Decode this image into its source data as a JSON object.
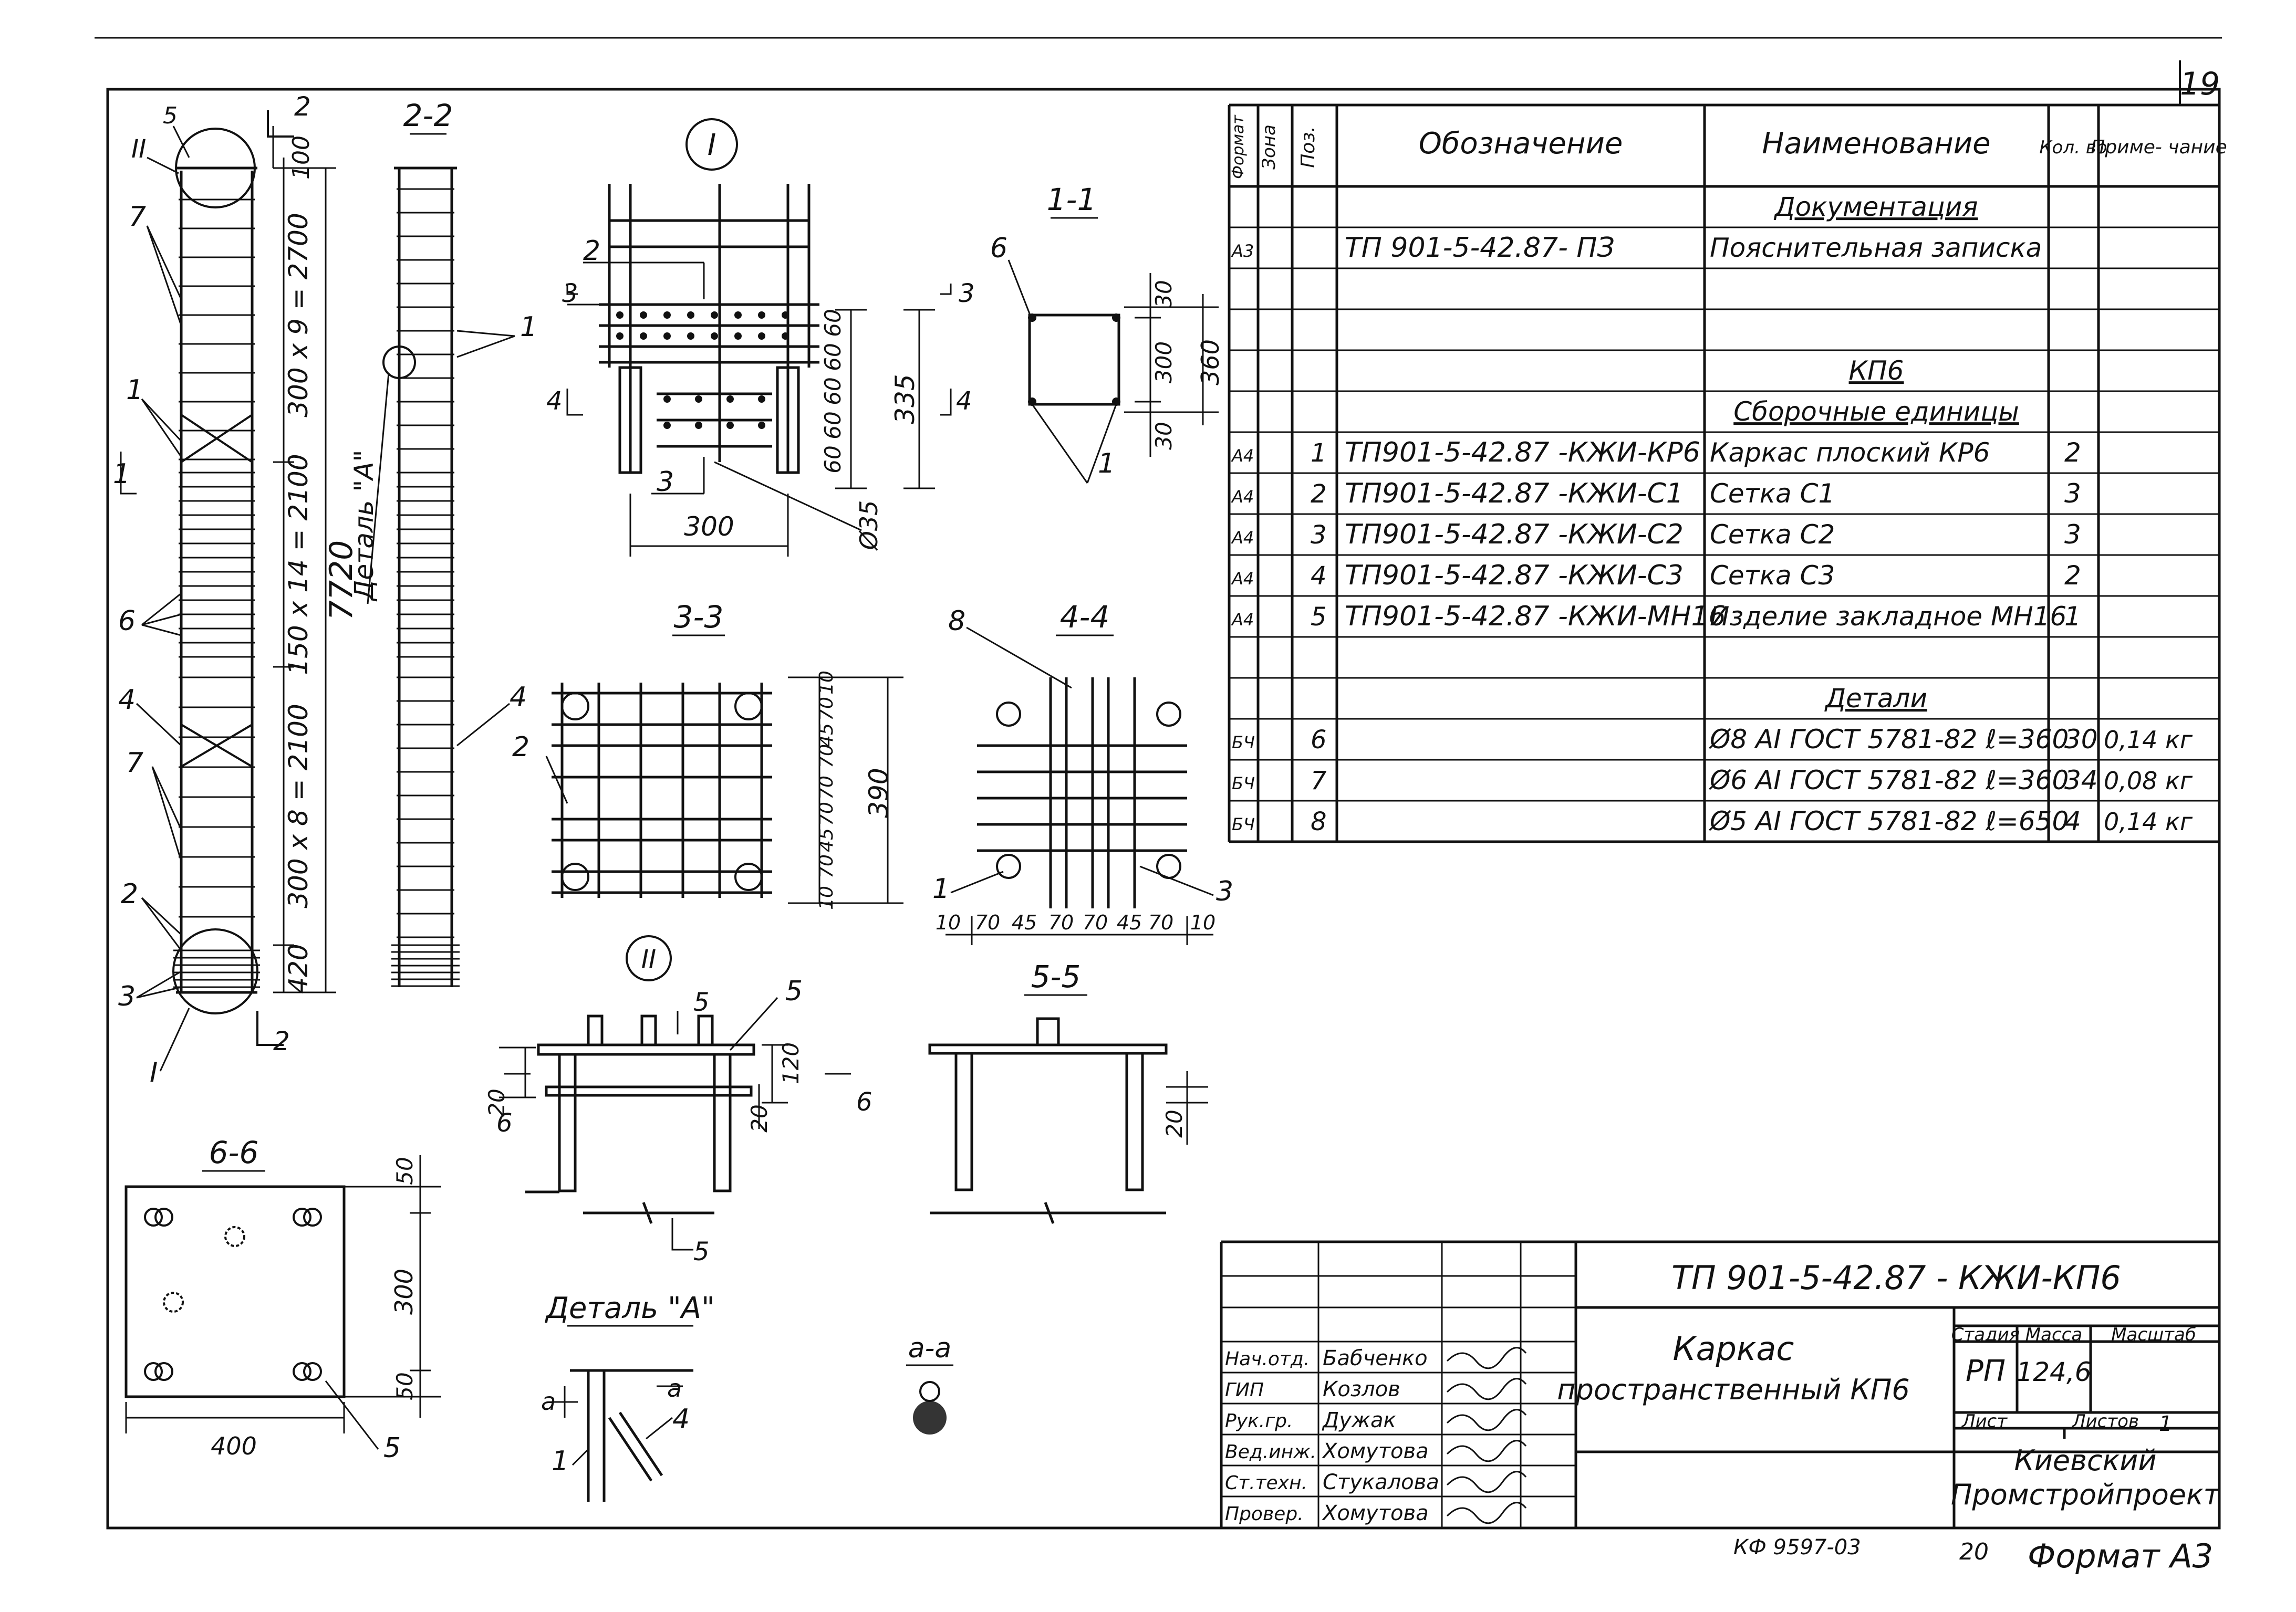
{
  "sheet": {
    "page_number": "19",
    "footer_left": "КФ 9597-03",
    "footer_num": "20",
    "footer_format": "Формат А3"
  },
  "spec": {
    "headers": [
      "Формат",
      "Зона",
      "Поз.",
      "Обозначение",
      "Наименование",
      "Кол. во",
      "Приме- чание"
    ],
    "rows": [
      {
        "fmt": "",
        "zone": "",
        "pos": "",
        "des": "",
        "name": "Документация",
        "qty": "",
        "note": "",
        "heading": true
      },
      {
        "fmt": "А3",
        "zone": "",
        "pos": "",
        "des": "ТП 901-5-42.87- ПЗ",
        "name": "Пояснительная записка",
        "qty": "",
        "note": ""
      },
      {
        "fmt": "",
        "zone": "",
        "pos": "",
        "des": "",
        "name": "",
        "qty": "",
        "note": ""
      },
      {
        "fmt": "",
        "zone": "",
        "pos": "",
        "des": "",
        "name": "",
        "qty": "",
        "note": ""
      },
      {
        "fmt": "",
        "zone": "",
        "pos": "",
        "des": "",
        "name": "КП6",
        "qty": "",
        "note": "",
        "heading": true
      },
      {
        "fmt": "",
        "zone": "",
        "pos": "",
        "des": "",
        "name": "Сборочные единицы",
        "qty": "",
        "note": "",
        "heading": true
      },
      {
        "fmt": "А4",
        "zone": "",
        "pos": "1",
        "des": "ТП901-5-42.87 -КЖИ-КР6",
        "name": "Каркас плоский КР6",
        "qty": "2",
        "note": ""
      },
      {
        "fmt": "А4",
        "zone": "",
        "pos": "2",
        "des": "ТП901-5-42.87 -КЖИ-С1",
        "name": "Сетка С1",
        "qty": "3",
        "note": ""
      },
      {
        "fmt": "А4",
        "zone": "",
        "pos": "3",
        "des": "ТП901-5-42.87 -КЖИ-С2",
        "name": "Сетка С2",
        "qty": "3",
        "note": ""
      },
      {
        "fmt": "А4",
        "zone": "",
        "pos": "4",
        "des": "ТП901-5-42.87 -КЖИ-С3",
        "name": "Сетка С3",
        "qty": "2",
        "note": ""
      },
      {
        "fmt": "А4",
        "zone": "",
        "pos": "5",
        "des": "ТП901-5-42.87 -КЖИ-МН16",
        "name": "Изделие закладное МН16",
        "qty": "1",
        "note": ""
      },
      {
        "fmt": "",
        "zone": "",
        "pos": "",
        "des": "",
        "name": "",
        "qty": "",
        "note": ""
      },
      {
        "fmt": "",
        "zone": "",
        "pos": "",
        "des": "",
        "name": "Детали",
        "qty": "",
        "note": "",
        "heading": true
      },
      {
        "fmt": "БЧ",
        "zone": "",
        "pos": "6",
        "des": "",
        "name": "Ø8 АI ГОСТ 5781-82 ℓ=360",
        "qty": "30",
        "note": "0,14 кг"
      },
      {
        "fmt": "БЧ",
        "zone": "",
        "pos": "7",
        "des": "",
        "name": "Ø6 АI ГОСТ 5781-82 ℓ=360",
        "qty": "34",
        "note": "0,08 кг"
      },
      {
        "fmt": "БЧ",
        "zone": "",
        "pos": "8",
        "des": "",
        "name": "Ø5 АI ГОСТ 5781-82 ℓ=650",
        "qty": "4",
        "note": "0,14 кг"
      }
    ]
  },
  "drawing": {
    "elevation": {
      "section_mark": "2",
      "bottom_mark": "2",
      "dims": [
        "100",
        "300 x 9 = 2700",
        "150 x 14 = 2100",
        "300 x 8 = 2100",
        "420",
        "7720"
      ],
      "callouts": [
        "5",
        "II",
        "7",
        "1",
        "1",
        "6",
        "4",
        "7",
        "2",
        "3",
        "I"
      ]
    },
    "section_2_2": {
      "title": "2-2",
      "detail_label": "Деталь \"А\"",
      "callouts": [
        "1",
        "4"
      ]
    },
    "detail_I": {
      "title": "I",
      "dims": [
        "60",
        "60",
        "60",
        "60",
        "60",
        "335",
        "Ø35",
        "300"
      ],
      "callouts": [
        "2",
        "3",
        "3",
        "4",
        "4"
      ]
    },
    "section_1_1": {
      "title": "1-1",
      "dims": [
        "30",
        "300",
        "30",
        "360"
      ],
      "callouts": [
        "6",
        "1"
      ]
    },
    "section_3_3": {
      "title": "3-3",
      "dims": [
        "10",
        "70",
        "45",
        "70",
        "70",
        "70",
        "45",
        "70",
        "10",
        "390"
      ],
      "callouts": [
        "2"
      ]
    },
    "section_4_4": {
      "title": "4-4",
      "dims": [
        "10",
        "70",
        "45",
        "70",
        "70",
        "45",
        "70",
        "10"
      ],
      "callouts": [
        "8",
        "1",
        "3"
      ]
    },
    "detail_II": {
      "title": "II",
      "dims": [
        "20",
        "120",
        "20"
      ],
      "callouts": [
        "5",
        "5",
        "6",
        "6",
        "5"
      ]
    },
    "section_5_5": {
      "title": "5-5",
      "dims": [
        "20"
      ]
    },
    "section_6_6": {
      "title": "6-6",
      "dims": [
        "50",
        "300",
        "50",
        "400"
      ],
      "callouts": [
        "5"
      ]
    },
    "detail_A": {
      "title": "Деталь \"А\"",
      "callouts": [
        "а",
        "а",
        "1",
        "4"
      ]
    },
    "section_a_a": {
      "title": "а-а"
    }
  },
  "title_block": {
    "code": "ТП 901-5-42.87 - КЖИ-КП6",
    "name_line1": "Каркас",
    "name_line2": "пространственный КП6",
    "h_stage": "Стадия",
    "h_mass": "Масса",
    "h_scale": "Масштаб",
    "stage": "РП",
    "mass": "124,6",
    "scale": "",
    "sheet_label": "Лист",
    "sheets_label": "Листов",
    "sheets": "1",
    "org_line1": "Киевский",
    "org_line2": "Промстройпроект",
    "staff": [
      {
        "role": "Нач.отд.",
        "name": "Бабченко"
      },
      {
        "role": "ГИП",
        "name": "Козлов"
      },
      {
        "role": "Рук.гр.",
        "name": "Дужак"
      },
      {
        "role": "Вед.инж.",
        "name": "Хомутова"
      },
      {
        "role": "Ст.техн.",
        "name": "Стукалова"
      },
      {
        "role": "Провер.",
        "name": "Хомутова"
      }
    ]
  }
}
